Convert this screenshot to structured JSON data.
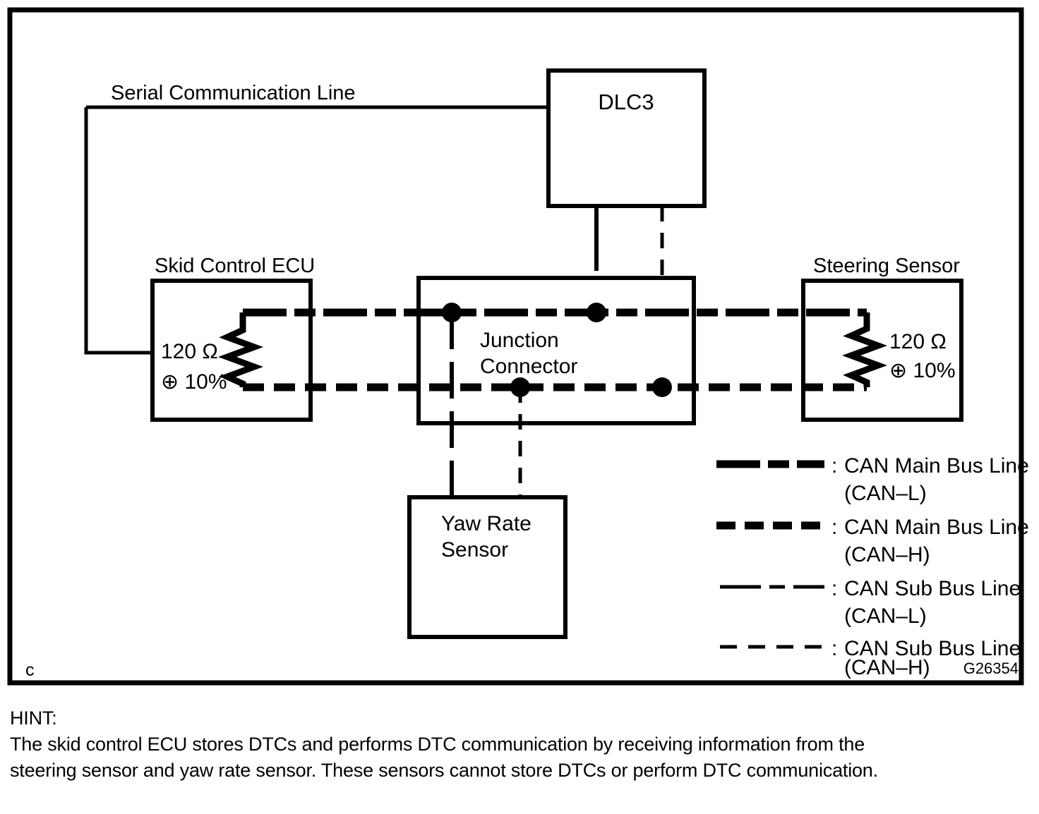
{
  "figure": {
    "code": "G26354",
    "corner_mark": "c",
    "labels": {
      "serial_line": "Serial Communication Line",
      "dlc3": "DLC3",
      "skid_control_ecu": "Skid Control ECU",
      "junction_connector_line1": "Junction",
      "junction_connector_line2": "Connector",
      "steering_sensor": "Steering Sensor",
      "yaw_rate_sensor_line1": "Yaw Rate",
      "yaw_rate_sensor_line2": "Sensor"
    },
    "resistors": [
      {
        "id": "skid-ecu-terminator",
        "value": "120 Ω",
        "tolerance": "⊕ 10%"
      },
      {
        "id": "steering-sensor-terminator",
        "value": "120 Ω",
        "tolerance": "⊕ 10%"
      }
    ]
  },
  "legend": {
    "items": [
      {
        "style": "thick-long-dash",
        "separator": ":",
        "line1": "CAN Main Bus Line",
        "line2": "(CAN–L)"
      },
      {
        "style": "thick-short-dash",
        "separator": ":",
        "line1": "CAN Main Bus Line",
        "line2": "(CAN–H)"
      },
      {
        "style": "thin-long-dash",
        "separator": ":",
        "line1": "CAN Sub Bus Line",
        "line2": "(CAN–L)"
      },
      {
        "style": "thin-dash",
        "separator": ":",
        "line1": "CAN Sub Bus Line",
        "line2": "(CAN–H)"
      }
    ]
  },
  "hint": {
    "title": "HINT:",
    "line1": "The skid control ECU stores DTCs and performs DTC communication by receiving information from the",
    "line2": "steering sensor and yaw rate sensor. These sensors cannot store DTCs or perform DTC communication."
  },
  "colors": {
    "ink": "#000000",
    "background": "#ffffff"
  }
}
